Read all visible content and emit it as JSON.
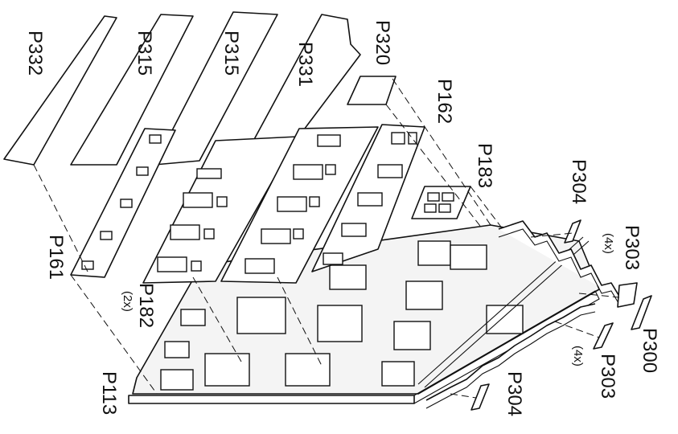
{
  "labels": {
    "p332": "P332",
    "p315a": "P315",
    "p315b": "P315",
    "p331": "P331",
    "p320": "P320",
    "p162": "P162",
    "p183": "P183",
    "p304_top": "P304",
    "p303_top": "P303",
    "p303_top_qty": "(4x)",
    "p300": "P300",
    "p303_bottom": "P303",
    "p303_bottom_qty": "(4x)",
    "p304_bottom": "P304",
    "p161": "P161",
    "p182": "P182",
    "p182_qty": "(2x)",
    "p113": "P113"
  }
}
